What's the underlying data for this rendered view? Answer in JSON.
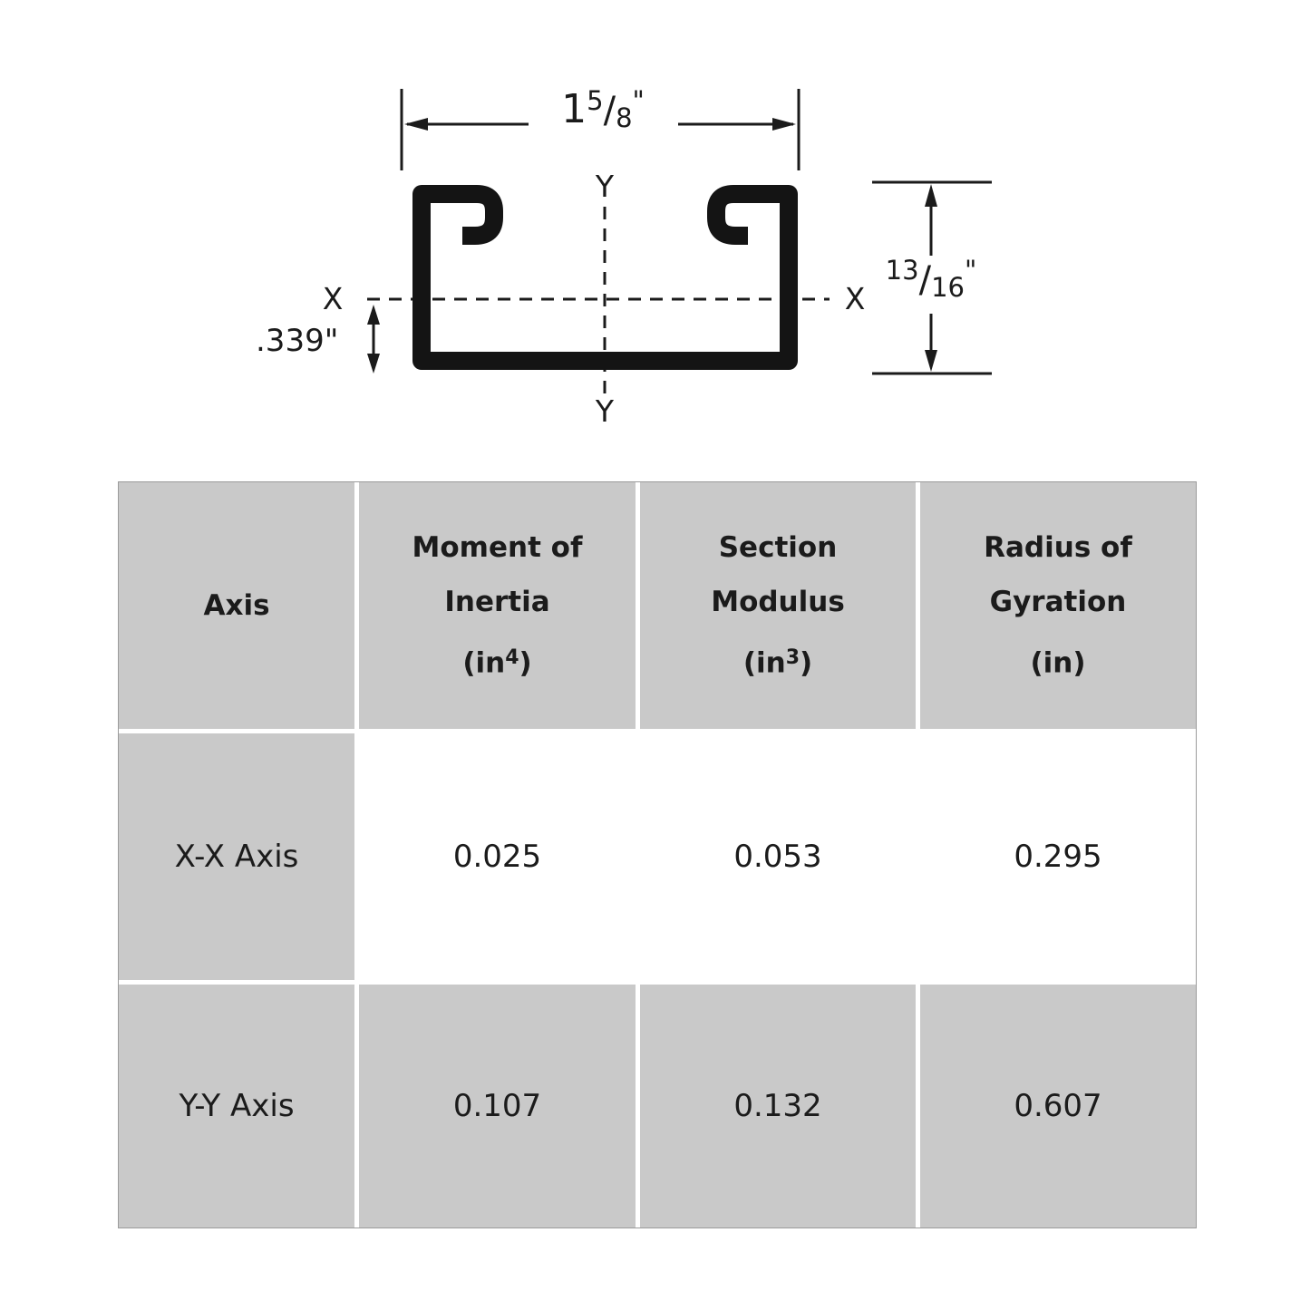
{
  "colors": {
    "cell_gray": "#c9c9c9",
    "cell_white": "#ffffff",
    "line_black": "#1b1b1b"
  },
  "diagram": {
    "width_dimension": {
      "whole": "1",
      "numerator": "5",
      "slash": "/",
      "denominator": "8",
      "unit": "\""
    },
    "height_dimension": {
      "numerator": "13",
      "slash": "/",
      "denominator": "16",
      "unit": "\""
    },
    "offset_dimension": ".339\"",
    "axis_labels": {
      "x_left": "X",
      "x_right": "X",
      "y_top": "Y",
      "y_bottom": "Y"
    }
  },
  "table": {
    "headers": {
      "axis": "Axis",
      "moment": {
        "line1": "Moment of",
        "line2": "Inertia",
        "unit_pre": "(in",
        "unit_sup": "4",
        "unit_post": ")"
      },
      "section": {
        "line1": "Section",
        "line2": "Modulus",
        "unit_pre": "(in",
        "unit_sup": "3",
        "unit_post": ")"
      },
      "radius": {
        "line1": "Radius of",
        "line2": "Gyration",
        "unit_pre": "(in)",
        "unit_sup": "",
        "unit_post": ""
      }
    },
    "rows": [
      {
        "axis": "X-X Axis",
        "moment_of_inertia": "0.025",
        "section_modulus": "0.053",
        "radius_of_gyration": "0.295"
      },
      {
        "axis": "Y-Y Axis",
        "moment_of_inertia": "0.107",
        "section_modulus": "0.132",
        "radius_of_gyration": "0.607"
      }
    ]
  }
}
